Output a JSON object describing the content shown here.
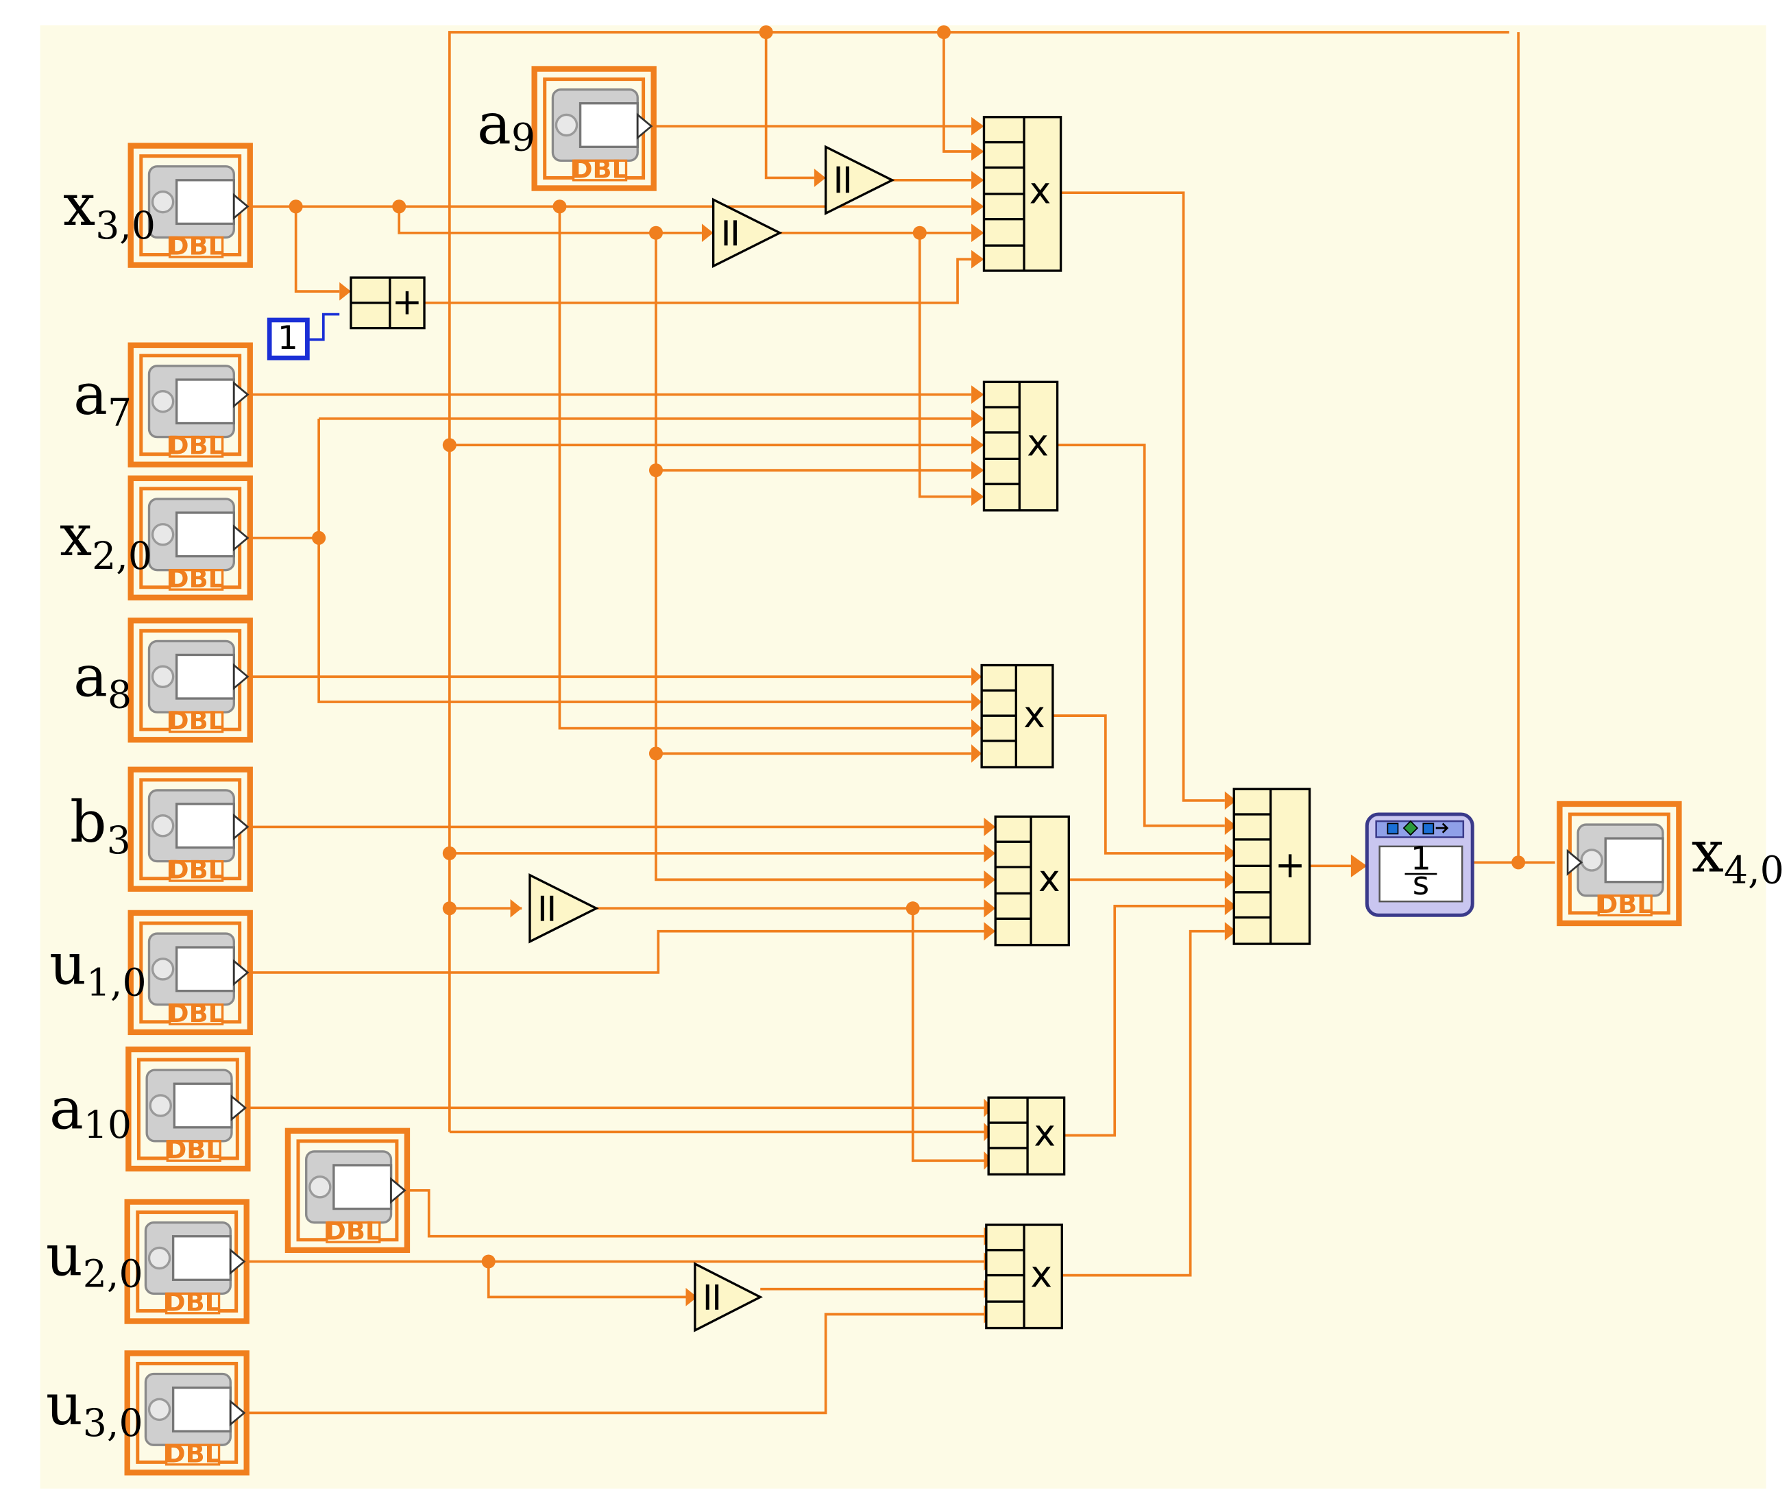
{
  "terminal_labels": {
    "x30": {
      "base": "x",
      "sub": "3,0"
    },
    "a9": {
      "base": "a",
      "sub": "9"
    },
    "a7": {
      "base": "a",
      "sub": "7"
    },
    "x20": {
      "base": "x",
      "sub": "2,0"
    },
    "a8": {
      "base": "a",
      "sub": "8"
    },
    "b3": {
      "base": "b",
      "sub": "3"
    },
    "u10": {
      "base": "u",
      "sub": "1,0"
    },
    "a10": {
      "base": "a",
      "sub": "10"
    },
    "u20": {
      "base": "u",
      "sub": "2,0"
    },
    "u30": {
      "base": "u",
      "sub": "3,0"
    },
    "x40": {
      "base": "x",
      "sub": "4,0"
    }
  },
  "dbl_tag": "DBL",
  "constant_value": "1",
  "ops": {
    "multiply": "x",
    "add": "+"
  },
  "integrator": {
    "numerator": "1",
    "denominator": "s"
  },
  "colors": {
    "background": "#fdfbe6",
    "wire": "#f07f1e",
    "block_fill": "#fdf6c8",
    "terminal_border": "#f07f1e",
    "constant_border": "#1a2fd6",
    "integrator_fill": "#c9c6f0",
    "integrator_border": "#3a3a8a"
  }
}
